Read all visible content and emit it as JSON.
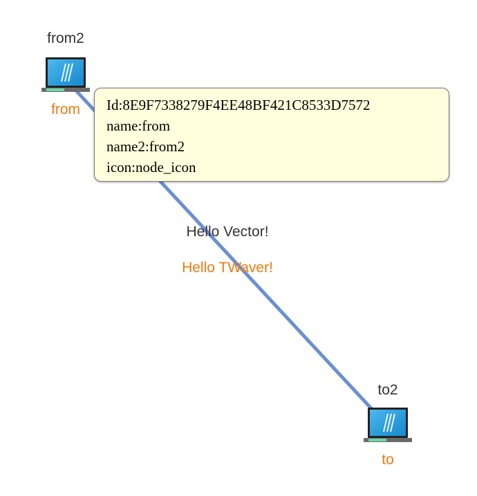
{
  "colors": {
    "edge": "#6b8fd1",
    "name_label": "#f07a10",
    "name2_label": "#333333",
    "tooltip_bg": "#ffffdd",
    "screen_blue": "#1f9fe2",
    "base_green": "#6fd6a8"
  },
  "nodes": [
    {
      "id": "from",
      "name2": "from2",
      "name": "from",
      "icon": "laptop-icon"
    },
    {
      "id": "to",
      "name2": "to2",
      "name": "to",
      "icon": "laptop-icon"
    }
  ],
  "edge": {
    "label": "Hello Vector!",
    "label2": "Hello TWaver!"
  },
  "tooltip": {
    "lines": [
      "Id:8E9F7338279F4EE48BF421C8533D7572",
      "name:from",
      "name2:from2",
      "icon:node_icon"
    ]
  }
}
